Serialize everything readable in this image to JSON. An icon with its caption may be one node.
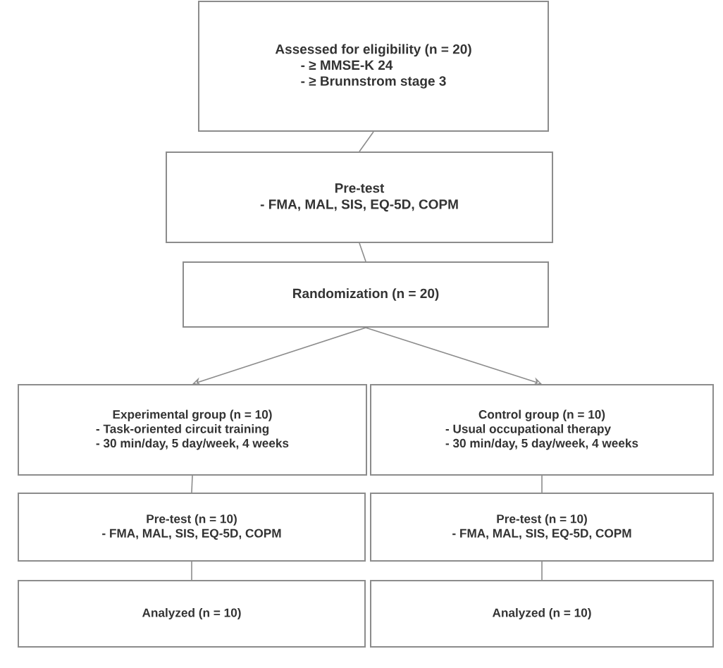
{
  "diagram": {
    "nodes": [
      {
        "text": [
          "Assessed for eligibility (n = 20)",
          "- ≥ MMSE-K  24",
          "- ≥ Brunnstrom stage 3"
        ]
      },
      {
        "text": [
          "Pre-test",
          "- FMA, MAL, SIS, EQ-5D, COPM"
        ]
      },
      {
        "text": [
          "Randomization (n = 20)"
        ]
      },
      {
        "text": [
          "Experimental group (n = 10)",
          "- Task-oriented circuit training",
          "- 30 min/day, 5 day/week, 4 weeks"
        ]
      },
      {
        "text": [
          "Control group (n = 10)",
          "- Usual occupational therapy",
          "- 30 min/day, 5 day/week, 4 weeks"
        ]
      },
      {
        "text": [
          "Pre-test (n = 10)",
          "- FMA, MAL, SIS, EQ-5D, COPM"
        ]
      },
      {
        "text": [
          "Pre-test (n = 10)",
          "- FMA, MAL, SIS, EQ-5D, COPM"
        ]
      },
      {
        "text": [
          "Analyzed (n = 10)"
        ]
      },
      {
        "text": [
          "Analyzed (n = 10)"
        ]
      }
    ],
    "edges": [
      {
        "from": 0,
        "to": 1,
        "arrow": "none"
      },
      {
        "from": 1,
        "to": 2,
        "arrow": "none"
      },
      {
        "from": 2,
        "to": 3,
        "arrow": "to"
      },
      {
        "from": 2,
        "to": 4,
        "arrow": "to"
      },
      {
        "from": 3,
        "to": 5,
        "arrow": "none"
      },
      {
        "from": 5,
        "to": 7,
        "arrow": "none"
      },
      {
        "from": 4,
        "to": 6,
        "arrow": "none"
      },
      {
        "from": 6,
        "to": 8,
        "arrow": "none"
      }
    ]
  }
}
